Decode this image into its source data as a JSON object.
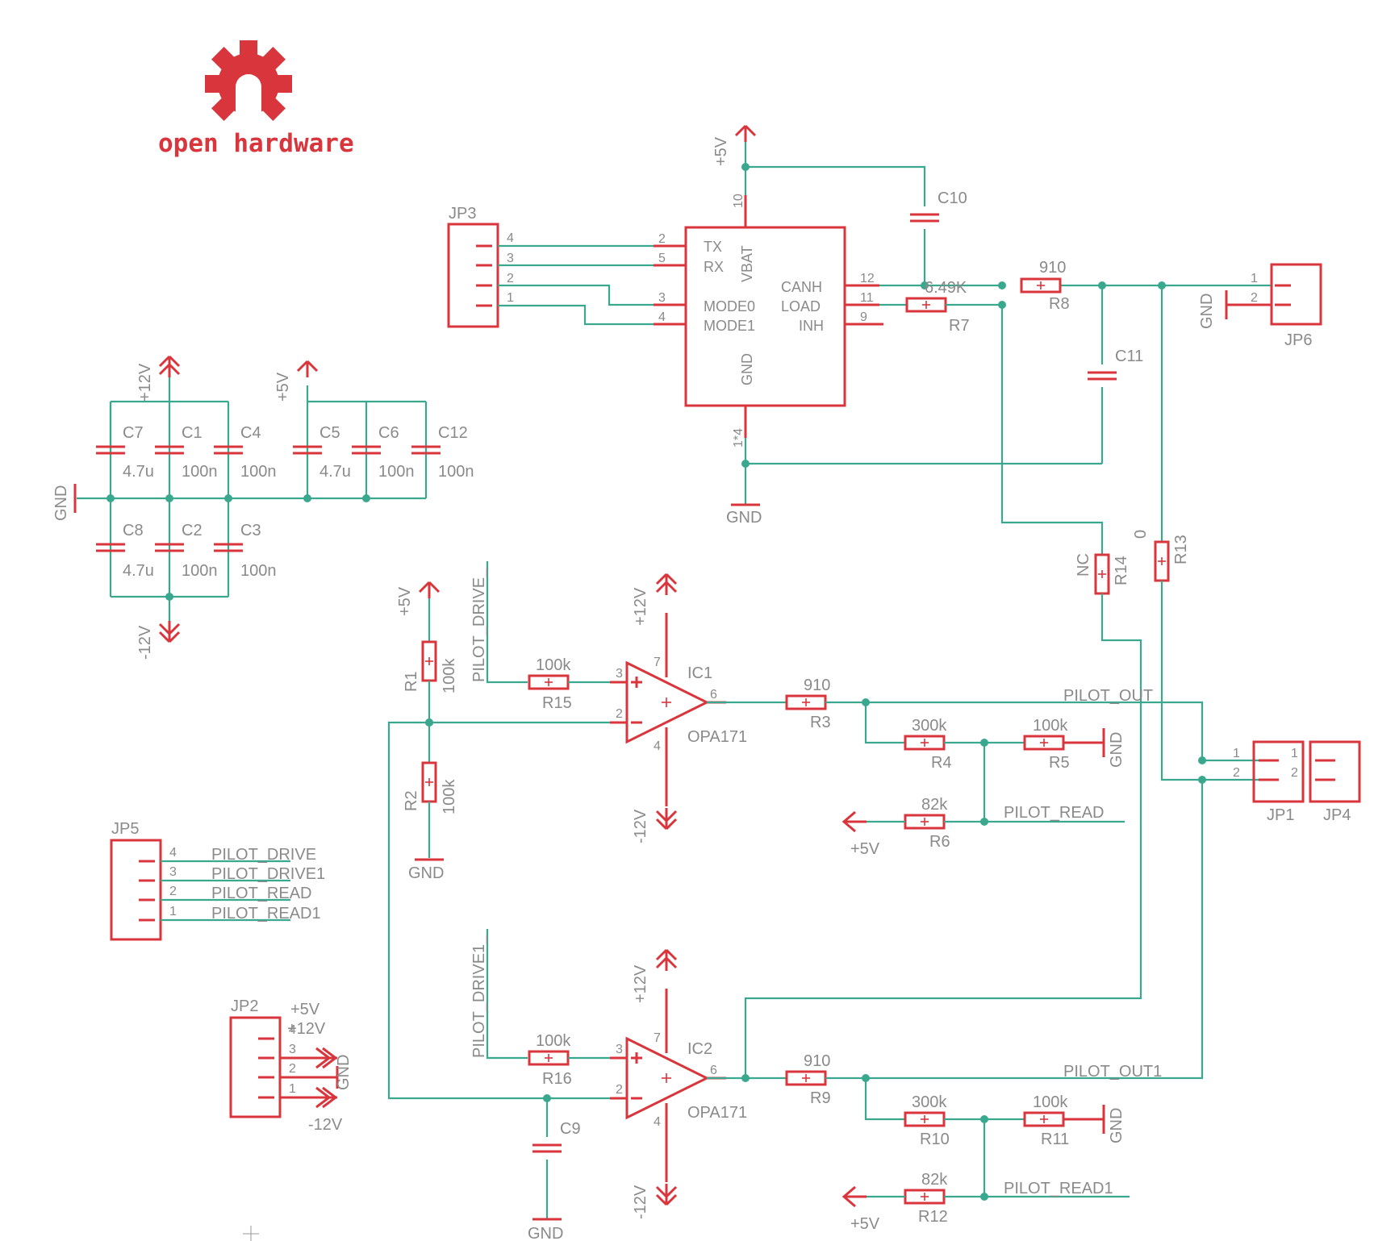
{
  "logo": {
    "text": "open hardware",
    "color": "#d8363c"
  },
  "colors": {
    "wire": "#3aa88f",
    "part": "#d8363c",
    "text": "#8a8a8a"
  },
  "labels": {
    "p5v_top": "+5V",
    "p12v_a": "+12V",
    "p5v_a": "+5V",
    "m12v_a": "-12V",
    "gnd_left": "GND",
    "gnd_can": "GND",
    "gnd_jp6": "GND",
    "p5v_r1": "+5V",
    "gnd_r2": "GND",
    "p12v_ic1": "+12V",
    "m12v_ic1": "-12V",
    "p12v_ic2": "+12V",
    "m12v_ic2": "-12V",
    "gnd_r5": "GND",
    "gnd_r11": "GND",
    "gnd_c9": "GND",
    "p5v_r6": "+5V",
    "p5v_r12": "+5V"
  },
  "ic_can": {
    "pins_left": [
      {
        "num": "2",
        "name": "TX"
      },
      {
        "num": "5",
        "name": "RX"
      },
      {
        "num": "3",
        "name": "MODE0"
      },
      {
        "num": "4",
        "name": "MODE1"
      }
    ],
    "pins_right": [
      {
        "num": "12",
        "name": "CANH"
      },
      {
        "num": "11",
        "name": "LOAD"
      },
      {
        "num": "9",
        "name": "INH"
      }
    ],
    "vbat": "VBAT",
    "gnd": "GND",
    "pin_top": "10",
    "pin_bottom": "1*4"
  },
  "capacitors": [
    {
      "name": "C7",
      "value": "4.7u"
    },
    {
      "name": "C1",
      "value": "100n"
    },
    {
      "name": "C4",
      "value": "100n"
    },
    {
      "name": "C5",
      "value": "4.7u"
    },
    {
      "name": "C6",
      "value": "100n"
    },
    {
      "name": "C12",
      "value": "100n"
    },
    {
      "name": "C8",
      "value": "4.7u"
    },
    {
      "name": "C2",
      "value": "100n"
    },
    {
      "name": "C3",
      "value": "100n"
    },
    {
      "name": "C10",
      "value": ""
    },
    {
      "name": "C11",
      "value": ""
    },
    {
      "name": "C9",
      "value": ""
    }
  ],
  "resistors": [
    {
      "name": "R7",
      "value": "6.49K"
    },
    {
      "name": "R8",
      "value": "910"
    },
    {
      "name": "R14",
      "value": "NC"
    },
    {
      "name": "R13",
      "value": "0"
    },
    {
      "name": "R1",
      "value": "100k"
    },
    {
      "name": "R2",
      "value": "100k"
    },
    {
      "name": "R15",
      "value": "100k"
    },
    {
      "name": "R3",
      "value": "910"
    },
    {
      "name": "R4",
      "value": "300k"
    },
    {
      "name": "R5",
      "value": "100k"
    },
    {
      "name": "R6",
      "value": "82k"
    },
    {
      "name": "R16",
      "value": "100k"
    },
    {
      "name": "R9",
      "value": "910"
    },
    {
      "name": "R10",
      "value": "300k"
    },
    {
      "name": "R11",
      "value": "100k"
    },
    {
      "name": "R12",
      "value": "82k"
    }
  ],
  "opamps": [
    {
      "name": "IC1",
      "part": "OPA171",
      "pin_in_plus": "3",
      "pin_in_minus": "2",
      "pin_out": "6",
      "pin_vp": "7",
      "pin_vn": "4"
    },
    {
      "name": "IC2",
      "part": "OPA171",
      "pin_in_plus": "3",
      "pin_in_minus": "2",
      "pin_out": "6",
      "pin_vp": "7",
      "pin_vn": "4"
    }
  ],
  "connectors": {
    "jp3": {
      "name": "JP3",
      "pins": [
        "4",
        "3",
        "2",
        "1"
      ]
    },
    "jp6": {
      "name": "JP6",
      "pins": [
        "1",
        "2"
      ]
    },
    "jp1": {
      "name": "JP1",
      "pins": [
        "1",
        "2"
      ]
    },
    "jp4": {
      "name": "JP4",
      "pins": [
        "1",
        "2"
      ]
    },
    "jp5": {
      "name": "JP5",
      "pins": [
        "4",
        "3",
        "2",
        "1"
      ],
      "nets": [
        "PILOT_DRIVE",
        "PILOT_DRIVE1",
        "PILOT_READ",
        "PILOT_READ1"
      ]
    },
    "jp2": {
      "name": "JP2",
      "pins": [
        "4",
        "3",
        "2",
        "1"
      ],
      "nets": [
        "+5V",
        "+12V",
        "GND",
        "-12V"
      ]
    }
  },
  "nets": {
    "pilot_drive": "PILOT_DRIVE_",
    "pilot_drive1": "PILOT_DRIVE1_",
    "pilot_out": "PILOT_OUT",
    "pilot_out1": "PILOT_OUT1",
    "pilot_read": "PILOT_READ",
    "pilot_read1": "PILOT_READ1"
  }
}
